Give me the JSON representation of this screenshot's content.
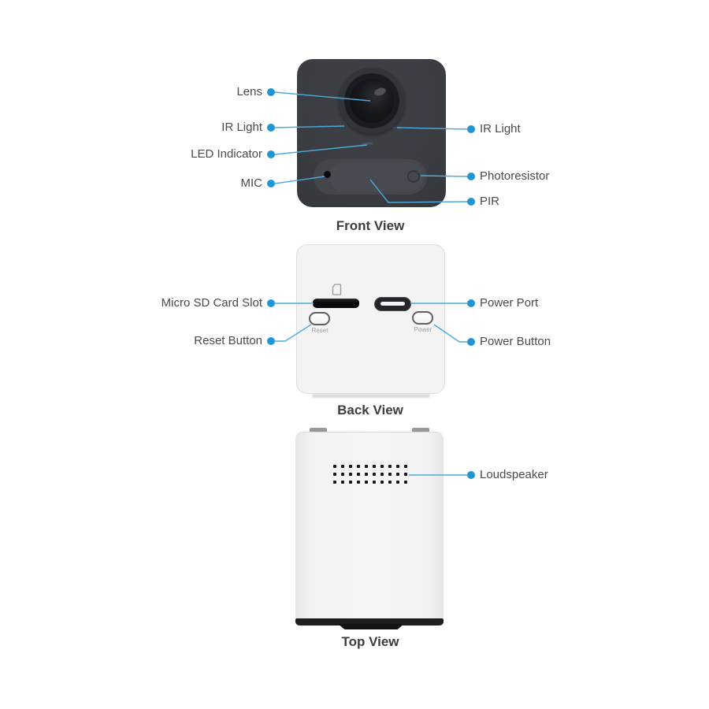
{
  "colors": {
    "callout_dot": "#1e96d4",
    "callout_line": "#4fa9db",
    "label_text": "#4a4a4c",
    "caption_text": "#3d3d3f",
    "front_body": "#3a3d42",
    "back_body": "#f3f3f4"
  },
  "front_view": {
    "caption": "Front View",
    "callouts_left": [
      {
        "id": "lens",
        "text": "Lens"
      },
      {
        "id": "ir-light-left",
        "text": "IR Light"
      },
      {
        "id": "led-indicator",
        "text": "LED Indicator"
      },
      {
        "id": "mic",
        "text": "MIC"
      }
    ],
    "callouts_right": [
      {
        "id": "ir-light-right",
        "text": "IR Light"
      },
      {
        "id": "photoresistor",
        "text": "Photoresistor"
      },
      {
        "id": "pir",
        "text": "PIR"
      }
    ]
  },
  "back_view": {
    "caption": "Back View",
    "button_labels": {
      "reset": "Reset",
      "power": "Power"
    },
    "callouts_left": [
      {
        "id": "micro-sd-card-slot",
        "text": "Micro SD Card Slot"
      },
      {
        "id": "reset-button",
        "text": "Reset Button"
      }
    ],
    "callouts_right": [
      {
        "id": "power-port",
        "text": "Power Port"
      },
      {
        "id": "power-button",
        "text": "Power Button"
      }
    ]
  },
  "top_view": {
    "caption": "Top View",
    "grille": {
      "rows": 3,
      "cols": 10
    },
    "callouts_right": [
      {
        "id": "loudspeaker",
        "text": "Loudspeaker"
      }
    ]
  }
}
